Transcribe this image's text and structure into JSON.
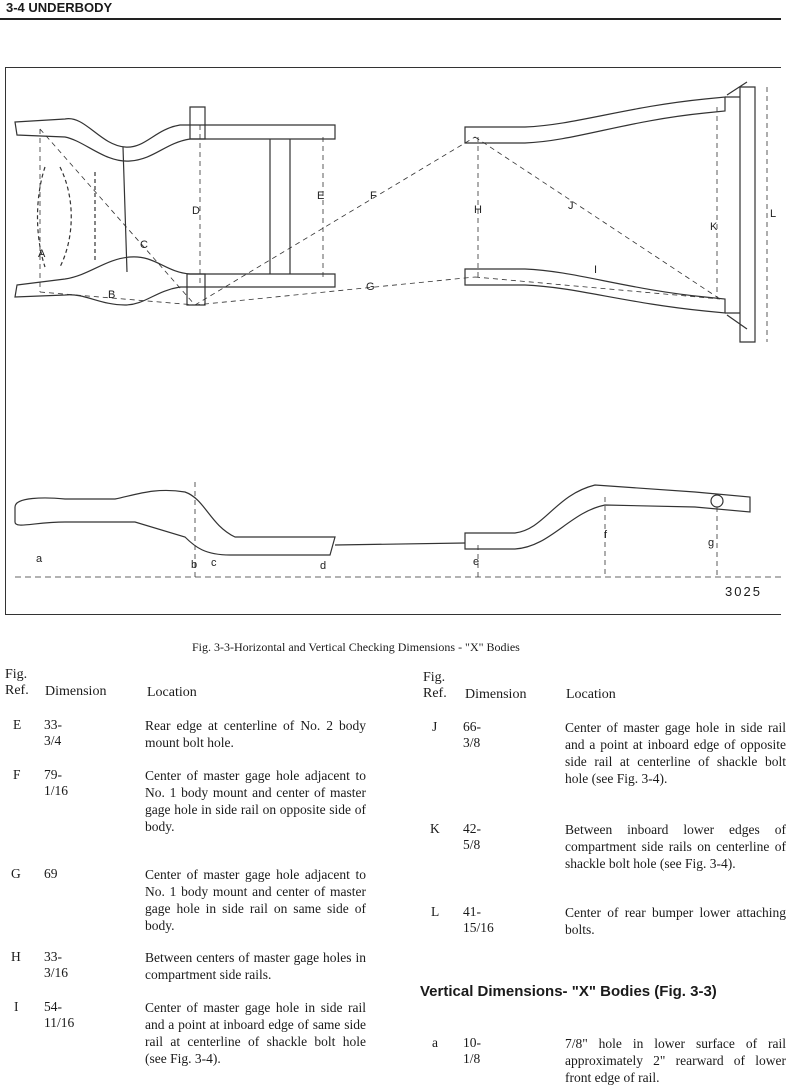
{
  "header": {
    "title": "3-4 UNDERBODY"
  },
  "figure": {
    "number": "3025",
    "caption": "Fig. 3-3-Horizontal and Vertical Checking Dimensions - \"X\" Bodies",
    "top_labels": [
      "A",
      "B",
      "C",
      "D",
      "E",
      "F",
      "G",
      "H",
      "I",
      "J",
      "K",
      "L"
    ],
    "side_labels": [
      "a",
      "b",
      "c",
      "d",
      "e",
      "f",
      "g"
    ]
  },
  "table": {
    "col_fig_ref": "Fig.\nRef.",
    "col_dimension": "Dimension",
    "col_location": "Location",
    "left_rows": [
      {
        "ref": "E",
        "dimension": "33-3/4",
        "location": "Rear edge at centerline of No. 2 body mount bolt hole."
      },
      {
        "ref": "F",
        "dimension": "79-1/16",
        "location": "Center of master gage hole adjacent to No. 1 body mount and center of master gage hole in side rail on opposite side of body."
      },
      {
        "ref": "G",
        "dimension": "69",
        "location": "Center of master gage hole adjacent to No. 1 body mount and center of master gage hole in side rail on same side of body."
      },
      {
        "ref": "H",
        "dimension": "33-3/16",
        "location": "Between centers of master gage holes in compartment side rails."
      },
      {
        "ref": "I",
        "dimension": "54-11/16",
        "location": "Center of master gage hole in side rail and a point at inboard edge of same side rail at centerline of shackle bolt hole (see Fig. 3-4)."
      }
    ],
    "right_rows": [
      {
        "ref": "J",
        "dimension": "66-3/8",
        "location": "Center of master gage hole in side rail and a point at inboard edge of opposite side rail at centerline of shackle bolt hole (see Fig. 3-4)."
      },
      {
        "ref": "K",
        "dimension": "42-5/8",
        "location": "Between inboard lower edges of compartment side rails on centerline of shackle bolt hole (see Fig. 3-4)."
      },
      {
        "ref": "L",
        "dimension": "41-15/16",
        "location": "Center of rear bumper lower attaching bolts."
      }
    ],
    "vertical_heading": "Vertical Dimensions- \"X\" Bodies (Fig. 3-3)",
    "vertical_rows": [
      {
        "ref": "a",
        "dimension": "10-1/8",
        "location": "7/8\" hole in lower surface of rail approximately 2\" rearward of lower front edge of rail."
      }
    ]
  }
}
